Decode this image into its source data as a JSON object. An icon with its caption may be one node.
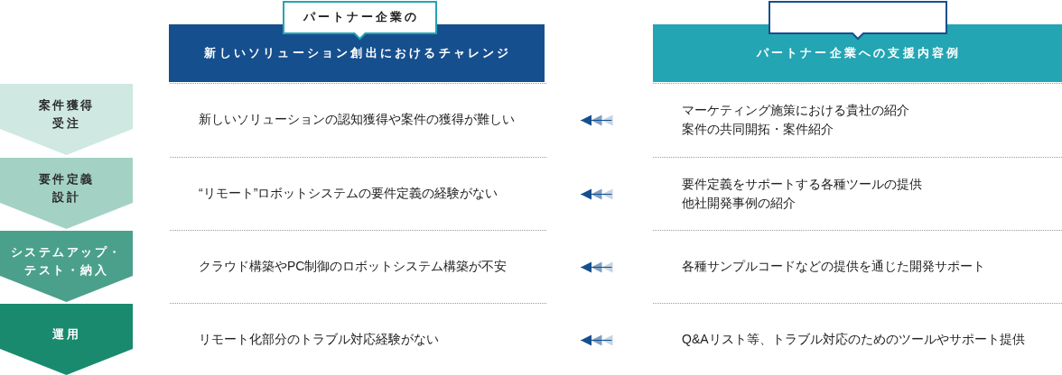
{
  "diagram": {
    "nodes": [
      {
        "text": [
          "パートナー企業の"
        ]
      },
      {
        "text": [
          "新しいソリューション創出におけるチャレンジ"
        ]
      },
      {
        "text": [],
        "shape": "box"
      },
      {
        "text": [
          "パートナー企業への支援内容例"
        ]
      },
      {
        "text": [
          "案件獲得",
          "受注"
        ]
      },
      {
        "text": [
          "新しいソリューションの認知獲得や案件の獲得が難しい"
        ]
      },
      {
        "text": [
          "マーケティング施策における貴社の紹介",
          "案件の共同開拓・案件紹介"
        ]
      },
      {
        "text": [
          "要件定義",
          "設計"
        ]
      },
      {
        "text": [
          "“リモート”ロボットシステムの要件定義の経験がない"
        ]
      },
      {
        "text": [
          "要件定義をサポートする各種ツールの提供",
          "他社開発事例の紹介"
        ]
      },
      {
        "text": [
          "システムアップ・テスト・納入"
        ]
      },
      {
        "text": [
          "クラウド構築やPC制御のロボットシステム構築が不安"
        ]
      },
      {
        "text": [
          "各種サンプルコードなどの提供を通じた開発サポート"
        ]
      },
      {
        "text": [
          "運用"
        ]
      },
      {
        "text": [
          "リモート化部分のトラブル対応経験がない"
        ]
      },
      {
        "text": [
          "Q&Aリスト等、トラブル対応のためのツールやサポート提供"
        ]
      }
    ],
    "edges": [
      {
        "from": 6,
        "to": 5,
        "arrow": "to"
      },
      {
        "from": 9,
        "to": 8,
        "arrow": "to"
      },
      {
        "from": 12,
        "to": 11,
        "arrow": "to"
      },
      {
        "from": 15,
        "to": 14,
        "arrow": "to"
      }
    ]
  }
}
